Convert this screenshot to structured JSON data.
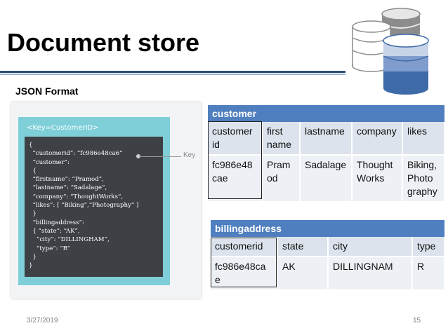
{
  "slide": {
    "title": "Document store",
    "subtitle": "JSON Format",
    "date": "3/27/2019",
    "page_number": "15"
  },
  "json_image": {
    "header_label": "<Key=CustomerID>",
    "key_label": "Key",
    "code_lines": [
      "{",
      "  “customerid”: “fc986e48ca6”",
      "  “customer”:",
      "  {",
      "  “firstname”: “Pramod”,",
      "  “lastname”: “Sadalage”,",
      "  “company”: “ThoughtWorks”,",
      "  “likes”: [ “Biking”,“Photography” ]",
      "  }",
      "  “billingaddress”:",
      "  { “state”: “AK”,",
      "    “city”: “DILLINGHAM”,",
      "    “type”: “R”",
      "  }",
      "}"
    ]
  },
  "customer_table": {
    "title": "customer",
    "headers": [
      "customer id",
      "first name",
      "lastname",
      "company",
      "likes"
    ],
    "row": [
      "fc986e48 cae",
      "Pram od",
      "Sadalage",
      "Thought Works",
      "Biking, Photo graphy"
    ]
  },
  "billing_table": {
    "title": "billingaddress",
    "headers": [
      "customerid",
      "state",
      "city",
      "type"
    ],
    "row": [
      "fc986e48ca e",
      "AK",
      "DILLINGNAM",
      "R"
    ]
  },
  "colors": {
    "table_header": "#4f7fbf",
    "row_dark": "#dce3ec",
    "row_light": "#edf1f6",
    "title_rule": "#2f4f72",
    "json_panel": "#7fcfd8",
    "code_bg": "#3d4045"
  },
  "icons": [
    "database-icon"
  ]
}
